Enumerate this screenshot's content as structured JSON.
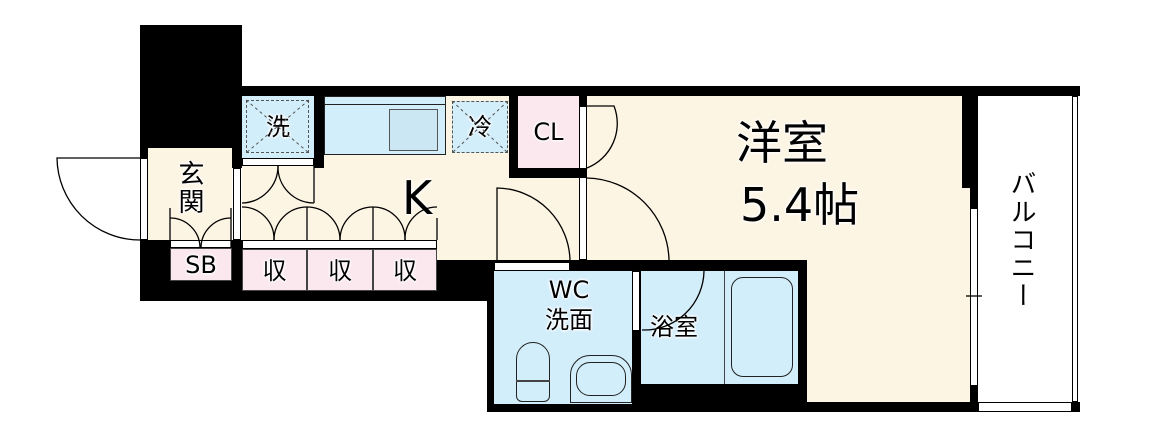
{
  "floorplan": {
    "rooms": {
      "entrance": {
        "label": "玄関"
      },
      "shoe_box": {
        "label": "SB"
      },
      "storage": [
        {
          "label": "収"
        },
        {
          "label": "収"
        },
        {
          "label": "収"
        }
      ],
      "kitchen": {
        "label": "K"
      },
      "washer": {
        "label": "洗"
      },
      "fridge": {
        "label": "冷"
      },
      "closet": {
        "label": "CL"
      },
      "western_room": {
        "label_line1": "洋室",
        "label_line2": "5.4帖",
        "size_jo": 5.4
      },
      "wc_washroom": {
        "label_line1": "WC",
        "label_line2": "洗面"
      },
      "bathroom": {
        "label": "浴室"
      },
      "balcony": {
        "label": "バルコニー"
      }
    },
    "colors": {
      "wall": "#000000",
      "floor_cream": "#fdf5e3",
      "water_blue": "#d3eefb",
      "storage_pink": "#fbe8ef",
      "balcony": "#ffffff"
    }
  }
}
